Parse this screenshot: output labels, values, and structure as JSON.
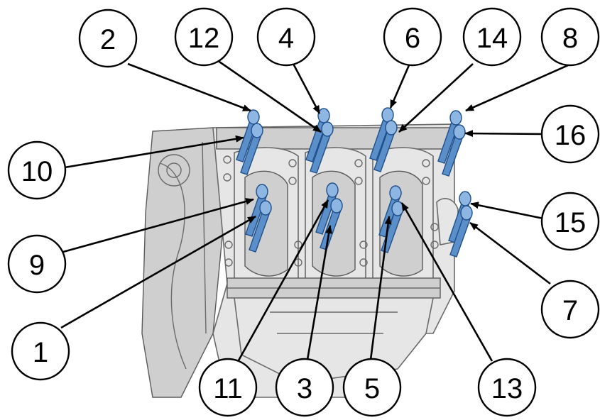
{
  "callouts": [
    {
      "label": "1"
    },
    {
      "label": "2"
    },
    {
      "label": "3"
    },
    {
      "label": "4"
    },
    {
      "label": "5"
    },
    {
      "label": "6"
    },
    {
      "label": "7"
    },
    {
      "label": "8"
    },
    {
      "label": "9"
    },
    {
      "label": "10"
    },
    {
      "label": "11"
    },
    {
      "label": "12"
    },
    {
      "label": "13"
    },
    {
      "label": "14"
    },
    {
      "label": "15"
    },
    {
      "label": "16"
    }
  ],
  "colors": {
    "bolt": "#5b8fc9",
    "engine_block": "#e6e6e6",
    "callout_stroke": "#000000"
  }
}
